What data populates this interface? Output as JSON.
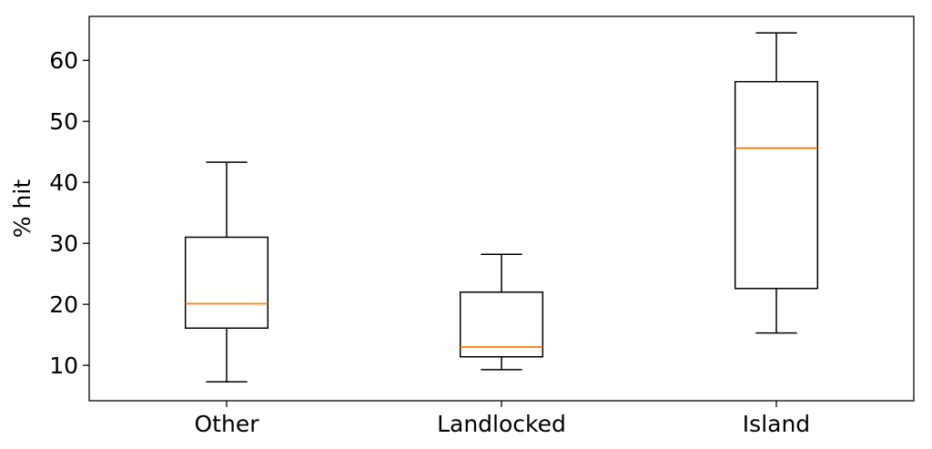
{
  "chart_data": {
    "type": "boxplot",
    "title": "",
    "xlabel": "",
    "ylabel": "% hit",
    "ylim": [
      4.2,
      67.2
    ],
    "yticks": [
      10,
      20,
      30,
      40,
      50,
      60
    ],
    "grid": false,
    "categories": [
      "Other",
      "Landlocked",
      "Island"
    ],
    "boxes": [
      {
        "category": "Other",
        "whisker_low": 7.3,
        "q1": 16.1,
        "median": 20.1,
        "q3": 31.0,
        "whisker_high": 43.3
      },
      {
        "category": "Landlocked",
        "whisker_low": 9.3,
        "q1": 11.4,
        "median": 13.0,
        "q3": 22.0,
        "whisker_high": 28.2
      },
      {
        "category": "Island",
        "whisker_low": 15.3,
        "q1": 22.6,
        "median": 45.6,
        "q3": 56.5,
        "whisker_high": 64.5
      }
    ],
    "colors": {
      "box": "#000000",
      "median": "#ff7f0e"
    }
  }
}
